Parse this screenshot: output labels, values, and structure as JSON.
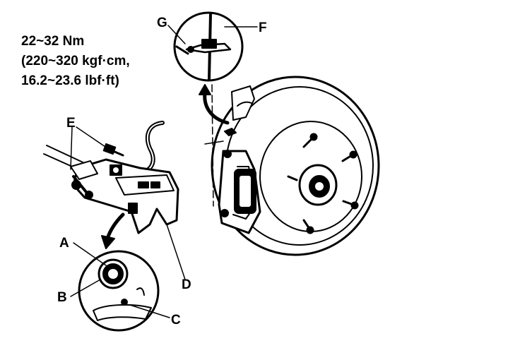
{
  "torque_spec": {
    "line1": "22~32 Nm",
    "line2": "(220~320 kgf·cm,",
    "line3": "16.2~23.6 lbf·ft)"
  },
  "callouts": {
    "a": "A",
    "b": "B",
    "c": "C",
    "d": "D",
    "e": "E",
    "f": "F",
    "g": "G"
  },
  "colors": {
    "ink": "#000000",
    "paper": "#ffffff"
  }
}
